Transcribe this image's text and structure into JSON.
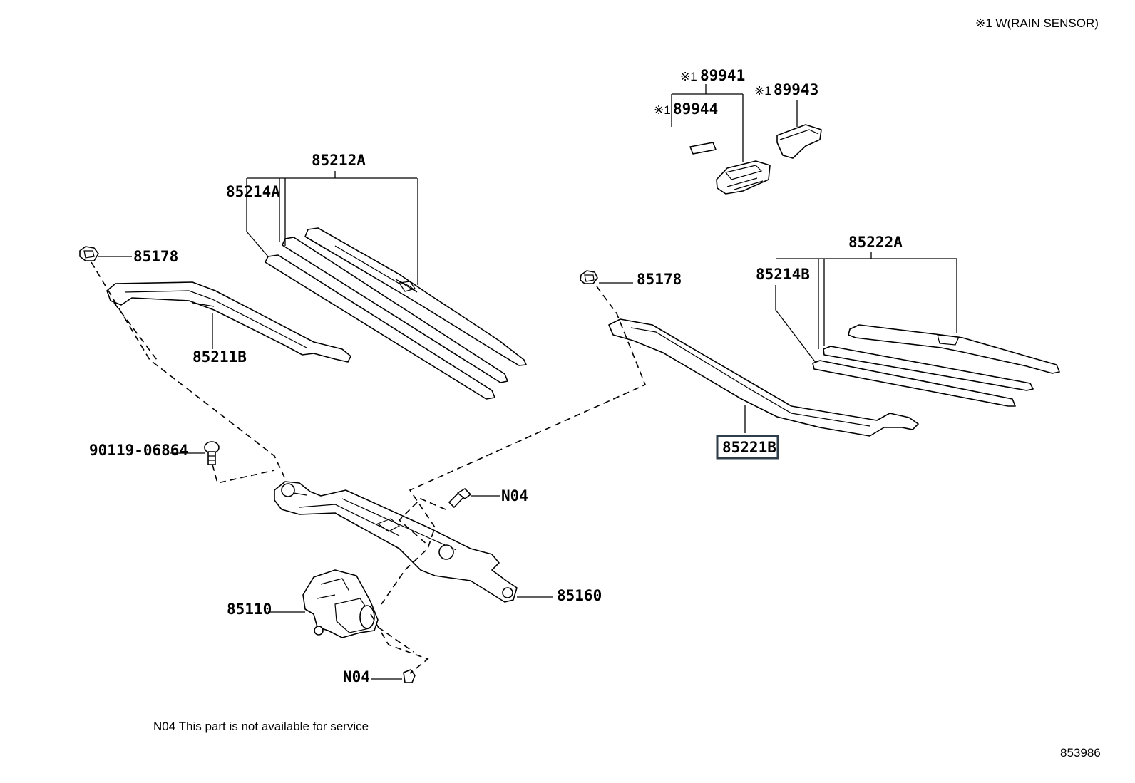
{
  "header_note": "※1 W(RAIN SENSOR)",
  "footer_note": "N04  This part is not available for service",
  "figure_number": "853986",
  "callouts": {
    "blade_left": "85212A",
    "rubber_left": "85214A",
    "nut_left": "85178",
    "arm_left": "85211B",
    "sensor": "89941",
    "sensor_pad": "89944",
    "sensor_cover": "89943",
    "sensor_marker": "※1",
    "nut_right": "85178",
    "blade_right": "85222A",
    "rubber_right": "85214B",
    "arm_right": "85221B",
    "bolt": "90119-06864",
    "bolt_n04": "N04",
    "link": "85160",
    "motor": "85110",
    "nut_n04": "N04"
  },
  "highlighted_part": "85221B"
}
